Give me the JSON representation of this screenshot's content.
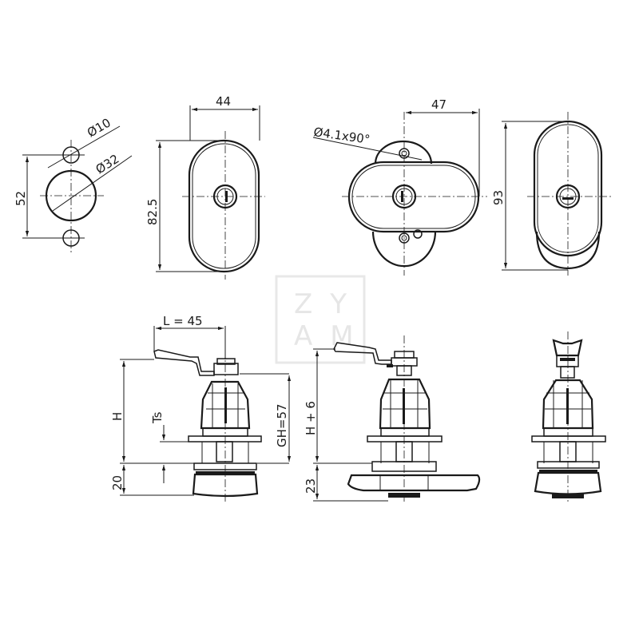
{
  "drawing": {
    "watermark": {
      "line1": "ZY",
      "line2": "AM"
    },
    "views": {
      "cutout": {
        "hole_small_dia": "Ø10",
        "hole_large_dia": "Ø32",
        "spacing": "52"
      },
      "front_narrow": {
        "width": "44",
        "height": "82.5"
      },
      "front_wide": {
        "width": "47",
        "screw_hole": "Ø4.1x90°"
      },
      "front_oval": {
        "height": "93"
      },
      "side_lever": {
        "lever_length": "L = 45",
        "height": "H",
        "thickness": "Ts",
        "gh": "GH=57",
        "base": "20"
      },
      "side_wing": {
        "height": "H + 6",
        "base": "23"
      },
      "side_knob": {}
    },
    "colors": {
      "line": "#1a1a1a",
      "watermark": "#e6e6e6",
      "background": "#ffffff"
    }
  }
}
